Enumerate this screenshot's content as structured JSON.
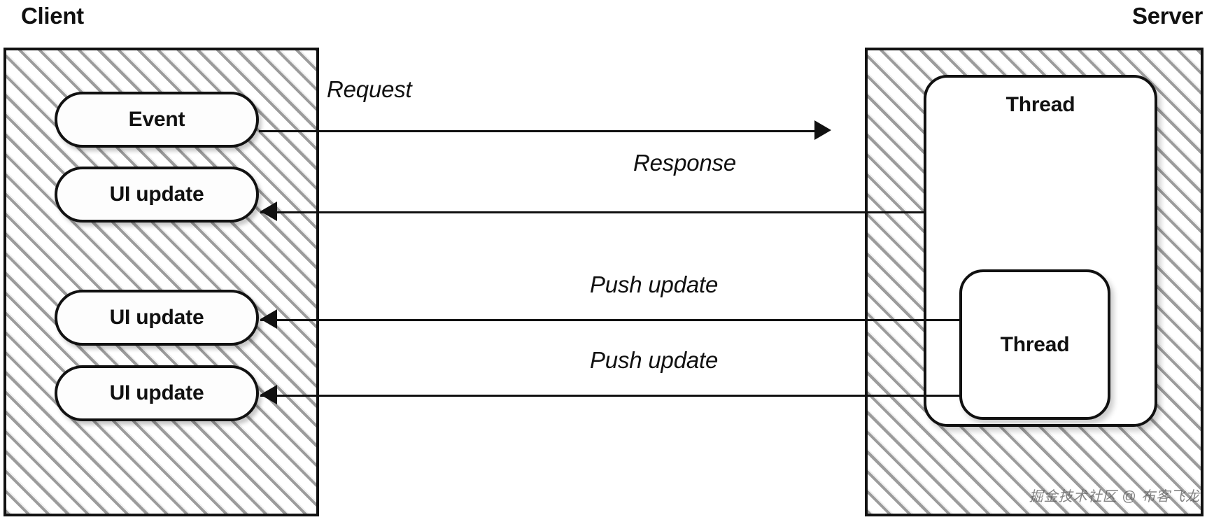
{
  "diagram": {
    "title_client": "Client",
    "title_server": "Server",
    "watermark": "掘金技术社区 @ 布客飞龙",
    "colors": {
      "stroke": "#111111",
      "hatch": "#969696",
      "node_fill": "#fdfdfd",
      "background": "#ffffff"
    },
    "client_nodes": [
      {
        "label": "Event"
      },
      {
        "label": "UI update"
      },
      {
        "label": "UI update"
      },
      {
        "label": "UI update"
      }
    ],
    "server_nodes": [
      {
        "label": "Thread"
      },
      {
        "label": "Thread"
      }
    ],
    "edges": [
      {
        "label": "Request",
        "direction": "client-to-server"
      },
      {
        "label": "Response",
        "direction": "server-to-client"
      },
      {
        "label": "Push update",
        "direction": "server-to-client"
      },
      {
        "label": "Push update",
        "direction": "server-to-client"
      }
    ]
  }
}
